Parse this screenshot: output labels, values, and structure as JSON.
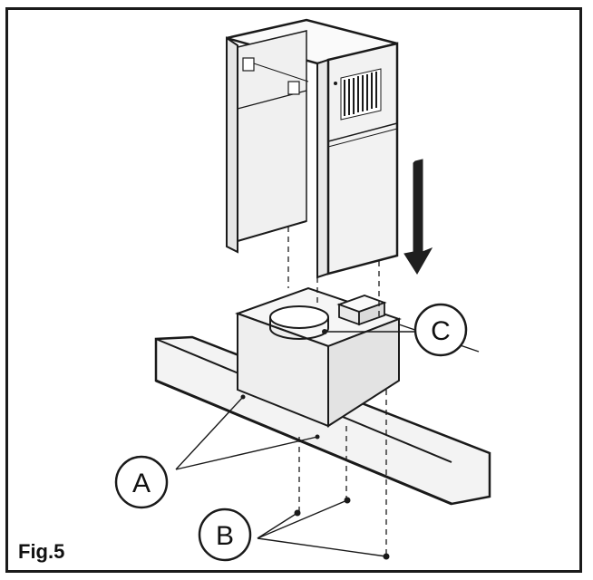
{
  "figure": {
    "caption": "Fig.5"
  },
  "callouts": {
    "a": "A",
    "b": "B",
    "c": "C"
  },
  "colors": {
    "line": "#1a1a1a",
    "panel_light": "#f4f4f4",
    "panel_shade": "#e2e2e2",
    "arrow": "#1f1f1f"
  },
  "icons": {
    "arrow": "down-arrow-icon"
  }
}
